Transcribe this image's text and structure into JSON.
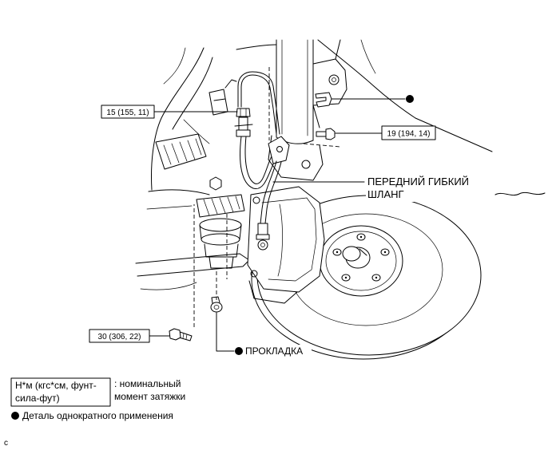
{
  "callouts": {
    "torque_flare_nut": "15 (155, 11)",
    "torque_bracket_bolt": "19 (194, 14)",
    "torque_lower_bolt": "30 (306, 22)"
  },
  "labels": {
    "hose_line1": "ПЕРЕДНИЙ ГИБКИЙ",
    "hose_line2": "ШЛАНГ",
    "gasket": "ПРОКЛАДКА"
  },
  "legend": {
    "unit_line1": "Н*м (кгс*см, фунт-",
    "unit_line2": "сила-фут)",
    "desc_line1": ": номинальный",
    "desc_line2": "момент затяжки",
    "non_reusable": "Деталь однократного применения"
  },
  "figure_code": "c",
  "markers": {
    "non_reusable_symbol": "filled-circle"
  },
  "colors": {
    "line": "#000000",
    "background": "#ffffff"
  }
}
